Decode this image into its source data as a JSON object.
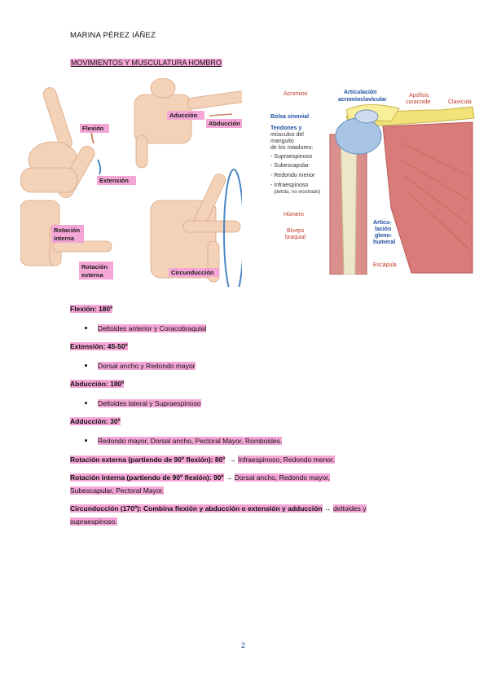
{
  "header": {
    "author": "MARINA PÉREZ IÁÑEZ"
  },
  "section": {
    "title": "MOVIMIENTOS Y MUSCULATURA HOMBRO"
  },
  "figure_left": {
    "labels": {
      "flexion": "Flexión",
      "extension": "Extensión",
      "aduccion": "Aducción",
      "abduccion": "Abducción",
      "rotacion_interna_1": "Rotación",
      "rotacion_interna_2": "interna",
      "rotacion_externa_1": "Rotación",
      "rotacion_externa_2": "externa",
      "circunduccion": "Circunducción"
    }
  },
  "figure_right": {
    "labels": {
      "acromion": "Acromion",
      "articulacion_ac_1": "Articulación",
      "articulacion_ac_2": "acromioclavicular",
      "apofisis_1": "Apófisis",
      "apofisis_2": "coracoide",
      "clavicula": "Clavícula",
      "bolsa": "Bolsa sinovial",
      "tendones_1": "Tendones y",
      "tendones_2": "músculos del",
      "tendones_3": "manguito",
      "tendones_4": "de los rotadores:",
      "supra": "- Supraespinoso",
      "subesc": "- Subescapular",
      "redondo": "- Redondo menor",
      "infra": "- Infraespinoso",
      "infra_note": "(detrás, no mostrado)",
      "humero": "Húmero",
      "biceps_1": "Bíceps",
      "biceps_2": "braquial",
      "gleno_1": "Articu-",
      "gleno_2": "lación",
      "gleno_3": "gleno-",
      "gleno_4": "humeral",
      "escapula": "Escápula"
    }
  },
  "movements": {
    "flexion": {
      "heading": "Flexión: 180º",
      "muscles": "Deltoides anterior y Coracobraquial"
    },
    "extension": {
      "heading": "Extensión: 45-50º",
      "muscles": "Dorsal ancho y Redondo mayor"
    },
    "abduccion": {
      "heading": "Abducción: 180º",
      "muscles": "Deltoides lateral y Supraespinoso"
    },
    "aduccion": {
      "heading": "Adducción: 30º",
      "muscles": "Redondo mayor, Dorsal ancho, Pectoral Mayor, Romboides."
    },
    "rot_externa": {
      "label": "Rotación externa (partiendo de 90º flexión): 80º",
      "arrow": "→",
      "muscles": "Infraespinoso, Redondo menor."
    },
    "rot_interna": {
      "label": "Rotación interna (partiendo de 90º flexión): 90º",
      "arrow": "→",
      "muscles_1": "Dorsal ancho, Redondo mayor,",
      "muscles_2": "Subescapular, Pectoral Mayor."
    },
    "circunduccion": {
      "label": "Circunducción (170º): Combina flexión y abducción o extensión y adducción",
      "arrow": "→",
      "muscles_1": "deltoides y",
      "muscles_2": "supraespinoso."
    }
  },
  "footer": {
    "page_number": "2"
  }
}
